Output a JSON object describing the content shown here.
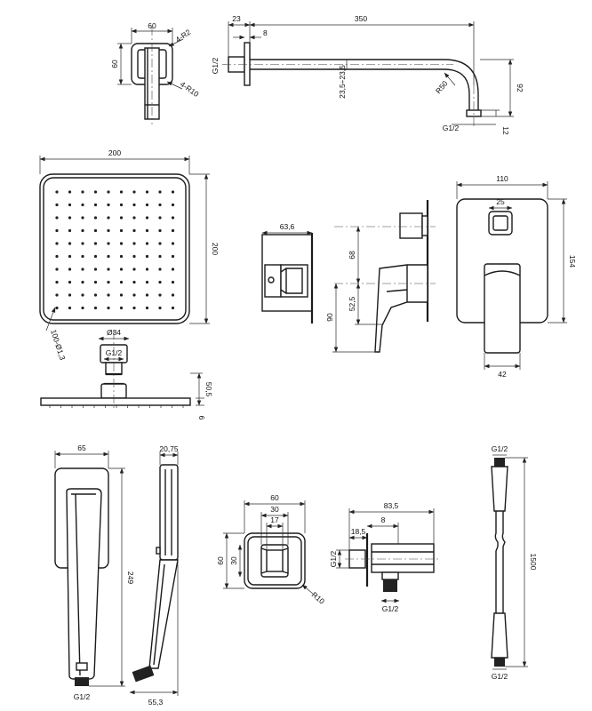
{
  "drawing": {
    "arm": {
      "top": {
        "width": "60",
        "height": "60",
        "corner_r2": "4-R2",
        "corner_r10": "4-R10"
      },
      "side": {
        "overall": "350",
        "flange": "23",
        "thickness": "8",
        "thread": "G1/2",
        "height_range": "23,5÷23,5",
        "bend_radius": "R50",
        "drop": "92",
        "outlet_thread": "G1/2",
        "outlet_length": "12"
      }
    },
    "head": {
      "width": "200",
      "height": "200",
      "nozzles": "100-Ø1,3",
      "neck_dia": "Ø34",
      "neck_thread": "G1/2",
      "connector_height": "50,5",
      "plate_thickness": "6"
    },
    "mixer": {
      "body_width": "63,6",
      "upper_height": "68",
      "lower_height": "90",
      "lever_height": "52,5",
      "plate_width": "110",
      "plate_height": "154",
      "window": "25",
      "lever_width": "42"
    },
    "hand_shower": {
      "width": "65",
      "length": "249",
      "thickness": "20,75",
      "side_depth": "55,3",
      "thread": "G1/2"
    },
    "wall_outlet": {
      "width": "60",
      "height": "60",
      "inner_width": "30",
      "inner_height": "30",
      "hole": "17",
      "corner": "R10",
      "depth": "83,5",
      "flange": "18,5",
      "wall": "8",
      "thread_in": "G1/2",
      "thread_out": "G1/2"
    },
    "hose": {
      "length": "1500",
      "thread_top": "G1/2",
      "thread_bottom": "G1/2"
    }
  }
}
